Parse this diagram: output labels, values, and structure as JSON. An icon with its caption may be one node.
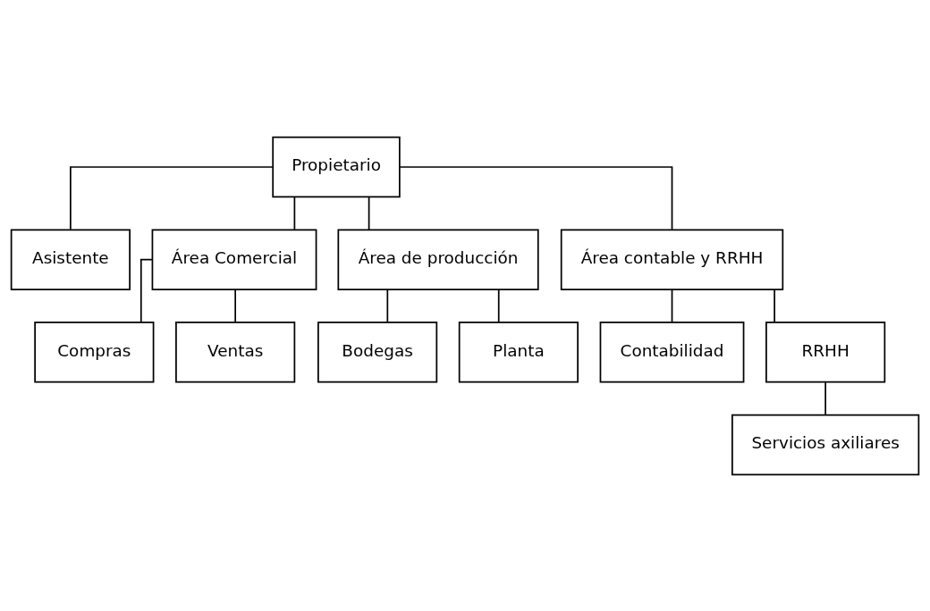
{
  "diagram": {
    "nodes": [
      {
        "text": [
          "Propietario"
        ]
      },
      {
        "text": [
          "Asistente"
        ]
      },
      {
        "text": [
          "Área Comercial"
        ]
      },
      {
        "text": [
          "Área de producción"
        ]
      },
      {
        "text": [
          "Área contable y RRHH"
        ]
      },
      {
        "text": [
          "Compras"
        ]
      },
      {
        "text": [
          "Ventas"
        ]
      },
      {
        "text": [
          "Bodegas"
        ]
      },
      {
        "text": [
          "Planta"
        ]
      },
      {
        "text": [
          "Contabilidad"
        ]
      },
      {
        "text": [
          "RRHH"
        ]
      },
      {
        "text": [
          "Servicios axiliares"
        ]
      }
    ],
    "edges": [
      {
        "from": 0,
        "to": 1,
        "arrow": "none"
      },
      {
        "from": 0,
        "to": 2,
        "arrow": "none"
      },
      {
        "from": 0,
        "to": 3,
        "arrow": "none"
      },
      {
        "from": 0,
        "to": 4,
        "arrow": "none"
      },
      {
        "from": 2,
        "to": 5,
        "arrow": "none"
      },
      {
        "from": 2,
        "to": 6,
        "arrow": "none"
      },
      {
        "from": 3,
        "to": 7,
        "arrow": "none"
      },
      {
        "from": 3,
        "to": 8,
        "arrow": "none"
      },
      {
        "from": 4,
        "to": 9,
        "arrow": "none"
      },
      {
        "from": 4,
        "to": 10,
        "arrow": "none"
      },
      {
        "from": 10,
        "to": 11,
        "arrow": "none"
      }
    ]
  }
}
